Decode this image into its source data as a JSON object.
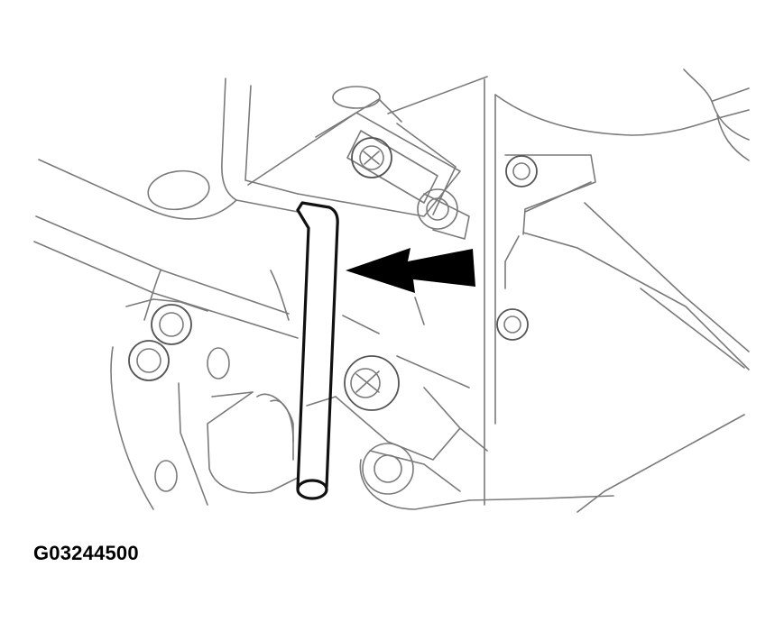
{
  "figure": {
    "type": "technical-line-illustration",
    "subject": "L-shaped tool/rod inserted near bolted bracket assembly",
    "callout": {
      "icon": "arrow-left-icon",
      "direction": "left",
      "color": "#000000"
    },
    "caption": "G03244500"
  },
  "colors": {
    "background": "#ffffff",
    "linework": "#7a7a7a",
    "emphasis": "#111111"
  }
}
